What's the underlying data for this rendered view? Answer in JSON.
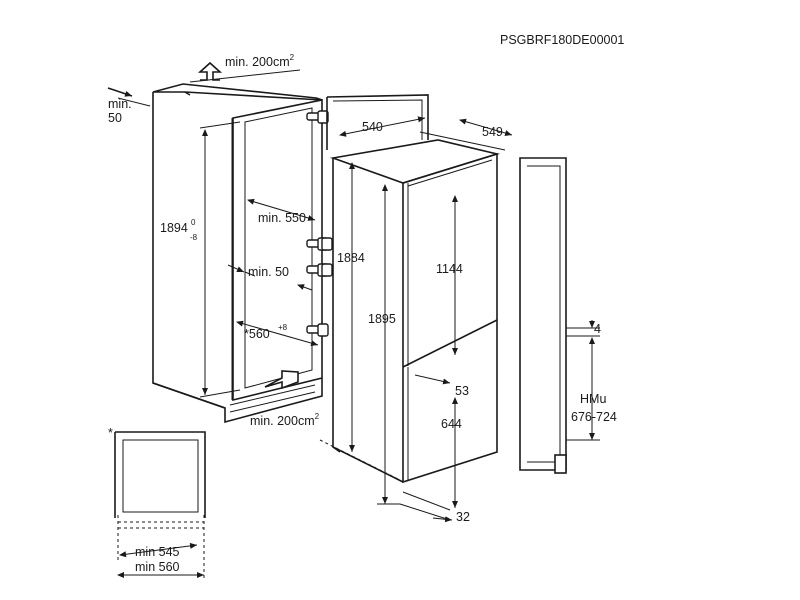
{
  "diagram": {
    "code": "PSGBRF180DE00001",
    "labels": {
      "vent_top": "min. 200cm",
      "vent_top_sup": "2",
      "wall_gap_line1": "min.",
      "wall_gap_line2": "50",
      "height_main": "1894",
      "height_tol_plus": "0",
      "height_tol_minus": "-8",
      "min_550": "min. 550",
      "min_50": "min. 50",
      "width_560": "*560",
      "width_560_tol": "+8",
      "vent_bottom": "min. 200cm",
      "vent_bottom_sup": "2",
      "depth_540": "540",
      "width_549": "549",
      "height_1884": "1884",
      "height_1895": "1895",
      "upper_door": "1144",
      "gap_53": "53",
      "lower_door": "644",
      "base_32": "32",
      "offset_4": "4",
      "hmu_line1": "HMu",
      "hmu_line2": "676-724",
      "asterisk": "*",
      "min_545": "min 545",
      "min_560": "min 560"
    }
  }
}
